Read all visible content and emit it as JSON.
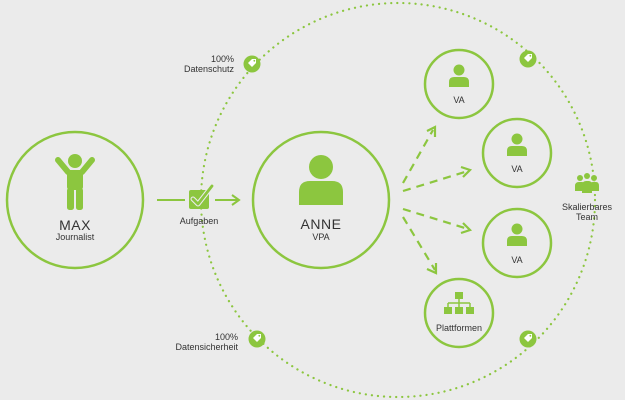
{
  "colors": {
    "accent": "#8cc63f",
    "background": "#ebebeb",
    "text": "#333333"
  },
  "max": {
    "name": "MAX",
    "role": "Journalist",
    "icon": "person-arms-up-icon"
  },
  "anne": {
    "name": "ANNE",
    "role": "VPA",
    "icon": "person-bust-icon"
  },
  "task": {
    "label": "Aufgaben",
    "icon": "checkbox-icon"
  },
  "assistants": [
    {
      "label": "VA",
      "icon": "person-bust-icon"
    },
    {
      "label": "VA",
      "icon": "person-bust-icon"
    },
    {
      "label": "VA",
      "icon": "person-bust-icon"
    }
  ],
  "platforms": {
    "label": "Plattformen",
    "icon": "org-chart-icon"
  },
  "team": {
    "line1": "Skalierbares",
    "line2": "Team",
    "icon": "group-icon"
  },
  "privacy": {
    "line1": "100%",
    "line2": "Datenschutz",
    "icon": "tag-icon"
  },
  "security": {
    "line1": "100%",
    "line2": "Datensicherheit",
    "icon": "tag-icon"
  },
  "tag_icons": [
    "tag-icon",
    "tag-icon",
    "tag-icon",
    "tag-icon"
  ]
}
